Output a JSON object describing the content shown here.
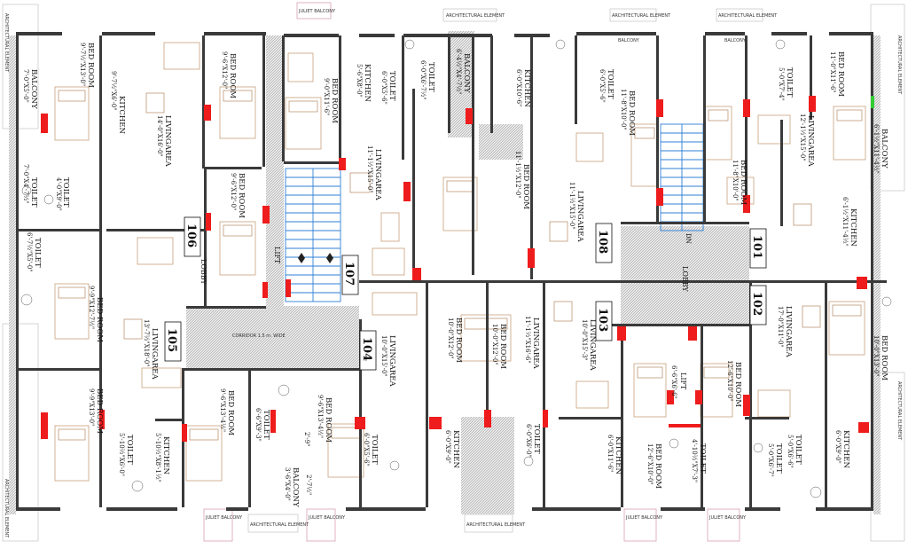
{
  "elements": {
    "balcony_top_left": "JULIET BALCONY",
    "arch_top_1": "ARCHITECTURAL ELEMENT",
    "arch_top_2": "ARCHITECTURAL ELEMENT",
    "arch_top_3": "ARCHITECTURAL ELEMENT",
    "arch_left_top": "ARCHITECTURAL ELEMENT",
    "arch_left_bottom": "ARCHITECTURAL ELEMENT",
    "arch_right_top": "ARCHITECTURAL ELEMENT",
    "arch_right_bottom": "ARCHITECTURAL ELEMENT",
    "balcony_small_1": "BALCONY",
    "balcony_small_2": "BALCONY",
    "juliet_bottom_1": "JULIET BALCONY",
    "arch_bottom_1": "ARCHITECTURAL ELEMENT",
    "juliet_bottom_2": "JULIET BALCONY",
    "arch_bottom_2": "ARCHITECTURAL ELEMENT",
    "juliet_bottom_3": "JULIET BALCONY",
    "juliet_bottom_4": "JULIET BALCONY",
    "corridor": "CORRIDOR 1.5 m. WIDE"
  },
  "units": {
    "u101": "101",
    "u102": "102",
    "u103": "103",
    "u104": "104",
    "u105": "105",
    "u106": "106",
    "u107": "107",
    "u108": "108"
  },
  "labels": {
    "lobby_left": "LOBBY",
    "lobby_right": "LOBBY",
    "lift_left": "LIFT",
    "lift_right": "LIFT",
    "lift_right_dim": "6'-6\"X6'-6\"",
    "dn": "DN"
  },
  "rooms": [
    {
      "name": "BALCONY",
      "dim": "7'-0\"X5'-0\""
    },
    {
      "name": "BED ROOM",
      "dim": "9'-7½\"X13'-0\""
    },
    {
      "name": "KITCHEN",
      "dim": "9'-7½\"X6'-0\""
    },
    {
      "name": "LIVINGAREA",
      "dim": "14'-0\"X16'-0\""
    },
    {
      "name": "BED ROOM",
      "dim": "9'-6\"X12'-0\""
    },
    {
      "name": "TOILET",
      "dim": "7'-0\"X4'-7½\""
    },
    {
      "name": "TOILET",
      "dim": "4'-0\"X9'-0\""
    },
    {
      "name": "BED ROOM",
      "dim": "9'-6\"X12'-0\""
    },
    {
      "name": "TOILET",
      "dim": "6'-7½\"X5'-0\""
    },
    {
      "name": "BED ROOM",
      "dim": "9'-9\"X12'-7½\""
    },
    {
      "name": "LIVINGAREA",
      "dim": "13'-7½\"X18'-0\""
    },
    {
      "name": "BED ROOM",
      "dim": "9'-9\"X13'-0\""
    },
    {
      "name": "TOILET",
      "dim": "5'-10½\"X6'-0\""
    },
    {
      "name": "KITCHEN",
      "dim": "5'-10½\"X8'-1½\""
    },
    {
      "name": "BED ROOM",
      "dim": "9'-0\"X11'-6\""
    },
    {
      "name": "KITCHEN",
      "dim": "5'-6\"X8'-0\""
    },
    {
      "name": "LIVINGAREA",
      "dim": "11'-1½\"X15'-0\""
    },
    {
      "name": "LIVINGAREA",
      "dim": "11'-1½\"X15'-0\""
    },
    {
      "name": "TOILET",
      "dim": "6'-0\"X5'-6\""
    },
    {
      "name": "TOILET",
      "dim": "6'-0\"X6'-7½\""
    },
    {
      "name": "BALCONY",
      "dim": "6'-4½\"X4'-7½\""
    },
    {
      "name": "BED ROOM",
      "dim": "11'-1½\"X12'-0\""
    },
    {
      "name": "BED ROOM",
      "dim": "9'-6\"X13'-4½\""
    },
    {
      "name": "TOILET",
      "dim": "6'-6\"X9'-3\""
    },
    {
      "name": "BALCONY",
      "dim": "3'-6\"X4'-0\""
    },
    {
      "name": "LIVINGAREA",
      "dim": "10'-0\"X15'-0\""
    },
    {
      "name": "BED ROOM",
      "dim": "9'-6\"X13'-4½\""
    },
    {
      "name": "TOILET",
      "dim": "6'-0\"X5'-6\""
    },
    {
      "name": "BED ROOM",
      "dim": "10'-0\"X12'-0\""
    },
    {
      "name": "KITCHEN",
      "dim": "6'-0\"X9'-0\""
    },
    {
      "name": "KITCHEN",
      "dim": "6'-0\"X10'-6\""
    },
    {
      "name": "TOILET",
      "dim": "6'-0\"X5'-6\""
    },
    {
      "name": "BED ROOM",
      "dim": "11'-8\"X10'-0\""
    },
    {
      "name": "LIVINGAREA",
      "dim": "11'-1½\"X16'-6\""
    },
    {
      "name": "BED ROOM",
      "dim": "10'-0\"X12'-0\""
    },
    {
      "name": "TOILET",
      "dim": "6'-0\"X6'-0\""
    },
    {
      "name": "LIVINGAREA",
      "dim": "10'-0\"X15'-3\""
    },
    {
      "name": "KITCHEN",
      "dim": "6'-0\"X11'-6\""
    },
    {
      "name": "BED ROOM",
      "dim": "12'-6\"X10'-0\""
    },
    {
      "name": "TOILET",
      "dim": "4'-10½\"X7'-3\""
    },
    {
      "name": "BED ROOM",
      "dim": "11'-8\"X10'-0\""
    },
    {
      "name": "TOILET",
      "dim": "5'-0\"X7'-4\""
    },
    {
      "name": "BED ROOM",
      "dim": "11'-0\"X11'-6\""
    },
    {
      "name": "LIVINGAREA",
      "dim": "12'-1½\"X15'-0\""
    },
    {
      "name": "BALCONY",
      "dim": "6'-1½\"X11'-4½\""
    },
    {
      "name": "KITCHEN",
      "dim": "6'-1½\"X11'-4½\""
    },
    {
      "name": "LIVINGAREA",
      "dim": "17'-0\"X11'-0\""
    },
    {
      "name": "BED ROOM",
      "dim": "12'-6\"X10'-0\""
    },
    {
      "name": "BED ROOM",
      "dim": "10'-0\"X13'-0\""
    },
    {
      "name": "TOILET",
      "dim": "5'-0\"X6'-7\""
    },
    {
      "name": "TOILET",
      "dim": "5'-0\"X6'-6\""
    },
    {
      "name": "KITCHEN",
      "dim": "6'-0\"X9'-0\""
    }
  ],
  "misc": {
    "dim_29": "2'-9\"",
    "dim_27": "2'-7½\""
  }
}
